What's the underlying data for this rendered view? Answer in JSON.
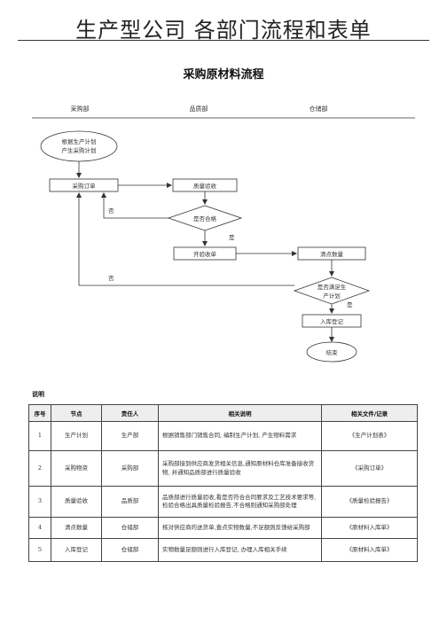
{
  "document": {
    "title": "生产型公司 各部门流程和表单",
    "flow_title": "采购原材料流程"
  },
  "flowchart": {
    "lanes": [
      "采购部",
      "品质部",
      "仓储部"
    ],
    "start_line1": "根据生产计划",
    "start_line2": "产生采购计划",
    "purchase_order": "采购订单",
    "quality_inspection": "质量验收",
    "decision_qualified": "是否合格",
    "no_label_1": "否",
    "yes_label_1": "是",
    "receiving": "开验收单",
    "count_qty": "清点数量",
    "no_label_2": "否",
    "decision_plan_line1": "是否满足生",
    "decision_plan_line2": "产计划",
    "yes_label_2": "是",
    "warehouse_entry": "入库登记",
    "end": "结束"
  },
  "notes": {
    "label": "说明",
    "headers": [
      "序号",
      "节点",
      "责任人",
      "相关说明",
      "相关文件/记录"
    ],
    "rows": [
      [
        "1",
        "生产计划",
        "生产部",
        "根据销售部门销售合同, 编制生产计划, 产生物料需求",
        "《生产计划表》"
      ],
      [
        "2",
        "采购物资",
        "采购部",
        "采购部接到供应商发货相关信息,通知原材料仓库准备接收货物, 并通知品质部进行质量验收",
        "《采购订单》"
      ],
      [
        "3",
        "质量验收",
        "品质部",
        "品质部进行质量验收,看是否符合合同要求及工艺技术要求等,检验合格出具质量检验报告,不合格则通知采购部处理",
        "《质量检验报告》"
      ],
      [
        "4",
        "清点数量",
        "仓储部",
        "核对供应商的送货单,查点实物数量,不足额则反馈给采购部",
        "《原材料入库单》"
      ],
      [
        "5",
        "入库登记",
        "仓储部",
        "实物数量足额则进行入库登记, 办理入库相关手续",
        "《原材料入库单》"
      ]
    ]
  }
}
